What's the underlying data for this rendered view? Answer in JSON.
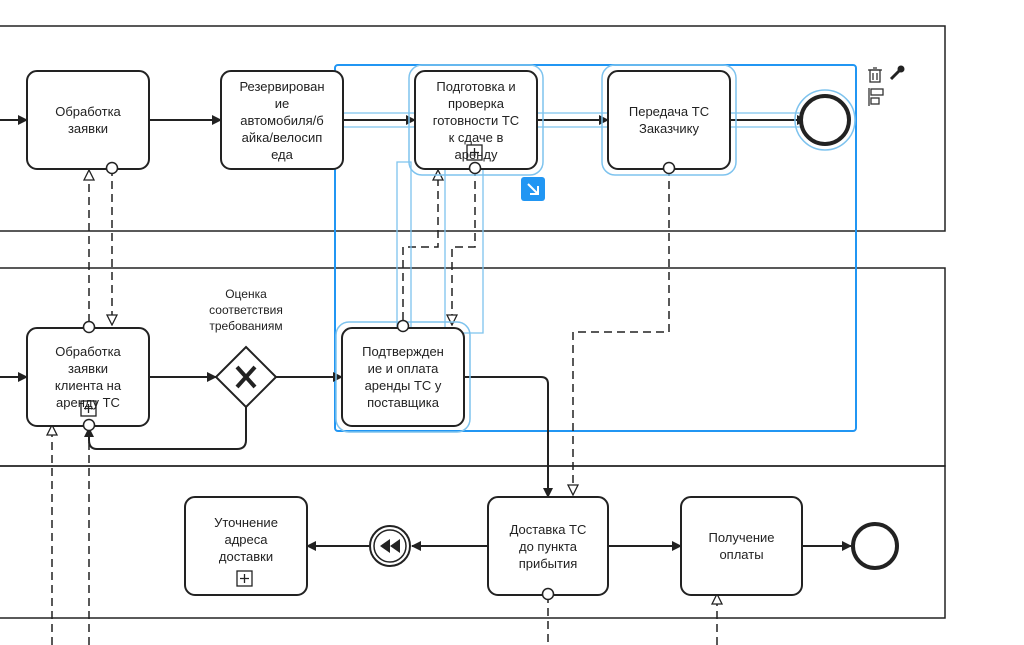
{
  "diagram": {
    "tasks": {
      "obrabotka_zayavki": "Обработка\nзаявки",
      "rezervirovanie": "Резервирован\nие\nавтомобиля/б\nайка/велосип\nеда",
      "podgotovka": "Подготовка и\nпроверка\nготовности ТС\nк сдаче в\nаренду",
      "peredacha": "Передача ТС\nЗаказчику",
      "obrabotka_klienta": "Обработка\nзаявки\nклиента на\nаренду ТС",
      "podtverzhdenie": "Подтвержден\nие и оплата\nаренды ТС у\nпоставщика",
      "utochnenie": "Уточнение\nадреса\nдоставки",
      "dostavka": "Доставка ТС\nдо пункта\nприбытия",
      "poluchenie": "Получение\nоплаты"
    },
    "gateway_label": "Оценка\nсоответствия\nтребованиям"
  },
  "colors": {
    "stroke": "#222222",
    "selection": "#2196f3",
    "selection_light": "#7ec3ee",
    "badge": "#2196f3"
  },
  "icons": [
    "collapsed-subprocess-marker",
    "exclusive-gateway-x",
    "compensation-event",
    "end-event",
    "trash-icon",
    "wrench-icon",
    "align-icon",
    "resize-handle-icon"
  ]
}
